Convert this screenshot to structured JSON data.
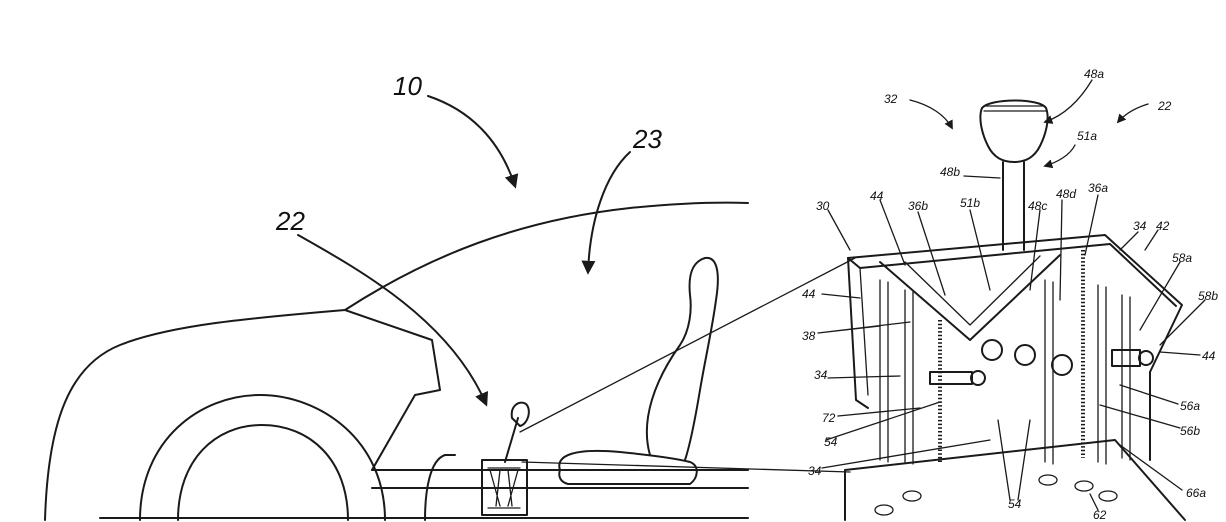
{
  "vehicle_labels": {
    "vehicle": "10",
    "cabin": "23",
    "shifter": "22"
  },
  "detail_labels": {
    "l32": "32",
    "l48a": "48a",
    "l22": "22",
    "l51a": "51a",
    "l48b": "48b",
    "l30": "30",
    "l44_top": "44",
    "l36b": "36b",
    "l51b": "51b",
    "l48c": "48c",
    "l48d": "48d",
    "l36a": "36a",
    "l34_top": "34",
    "l42": "42",
    "l58a": "58a",
    "l44_left": "44",
    "l58b": "58b",
    "l38": "38",
    "l44_right": "44",
    "l34_mid": "34",
    "l56a": "56a",
    "l72": "72",
    "l56b": "56b",
    "l54_left": "54",
    "l34_low": "34",
    "l54_bottom": "54",
    "l66a": "66a",
    "l62": "62"
  },
  "colors": {
    "line": "#1a1a1a",
    "background": "#ffffff"
  }
}
